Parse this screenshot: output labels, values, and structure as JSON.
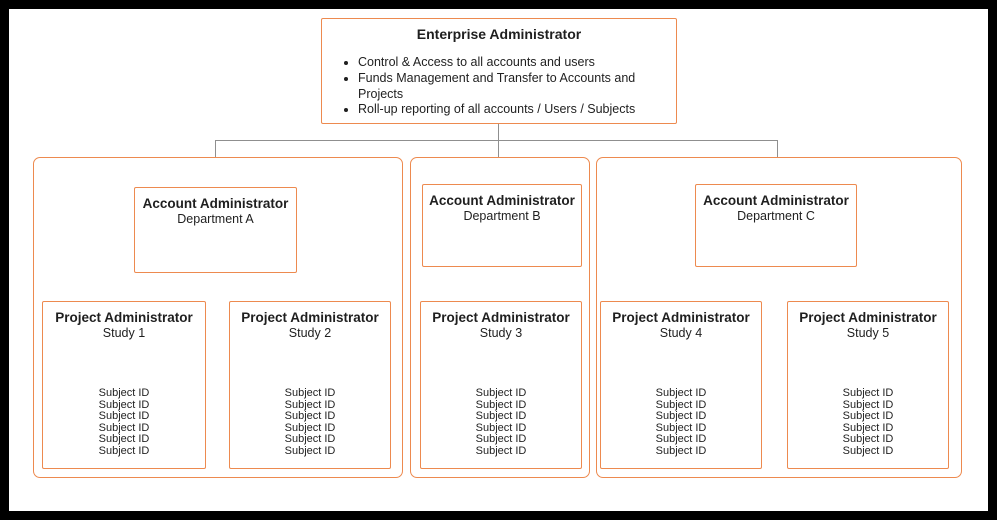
{
  "colors": {
    "accent_border": "#ED8A4F",
    "connector": "#8F8F8F",
    "frame": "#000000",
    "canvas": "#FFFFFF",
    "text": "#1F1F1F"
  },
  "root": {
    "title": "Enterprise Administrator",
    "bullets": [
      "Control & Access to all accounts and users",
      "Funds Management and Transfer to Accounts and Projects",
      "Roll-up reporting of all accounts / Users / Subjects"
    ]
  },
  "departments": [
    {
      "account": {
        "title": "Account Administrator",
        "subtitle": "Department A"
      },
      "projects": [
        {
          "title": "Project Administrator",
          "subtitle": "Study 1",
          "subjects": [
            "Subject ID",
            "Subject ID",
            "Subject ID",
            "Subject ID",
            "Subject ID",
            "Subject ID"
          ]
        },
        {
          "title": "Project Administrator",
          "subtitle": "Study 2",
          "subjects": [
            "Subject ID",
            "Subject ID",
            "Subject ID",
            "Subject ID",
            "Subject ID",
            "Subject ID"
          ]
        }
      ]
    },
    {
      "account": {
        "title": "Account Administrator",
        "subtitle": "Department B"
      },
      "projects": [
        {
          "title": "Project Administrator",
          "subtitle": "Study 3",
          "subjects": [
            "Subject ID",
            "Subject ID",
            "Subject ID",
            "Subject ID",
            "Subject ID",
            "Subject ID"
          ]
        }
      ]
    },
    {
      "account": {
        "title": "Account Administrator",
        "subtitle": "Department C"
      },
      "projects": [
        {
          "title": "Project Administrator",
          "subtitle": "Study 4",
          "subjects": [
            "Subject ID",
            "Subject ID",
            "Subject ID",
            "Subject ID",
            "Subject ID",
            "Subject ID"
          ]
        },
        {
          "title": "Project Administrator",
          "subtitle": "Study 5",
          "subjects": [
            "Subject ID",
            "Subject ID",
            "Subject ID",
            "Subject ID",
            "Subject ID",
            "Subject ID"
          ]
        }
      ]
    }
  ]
}
